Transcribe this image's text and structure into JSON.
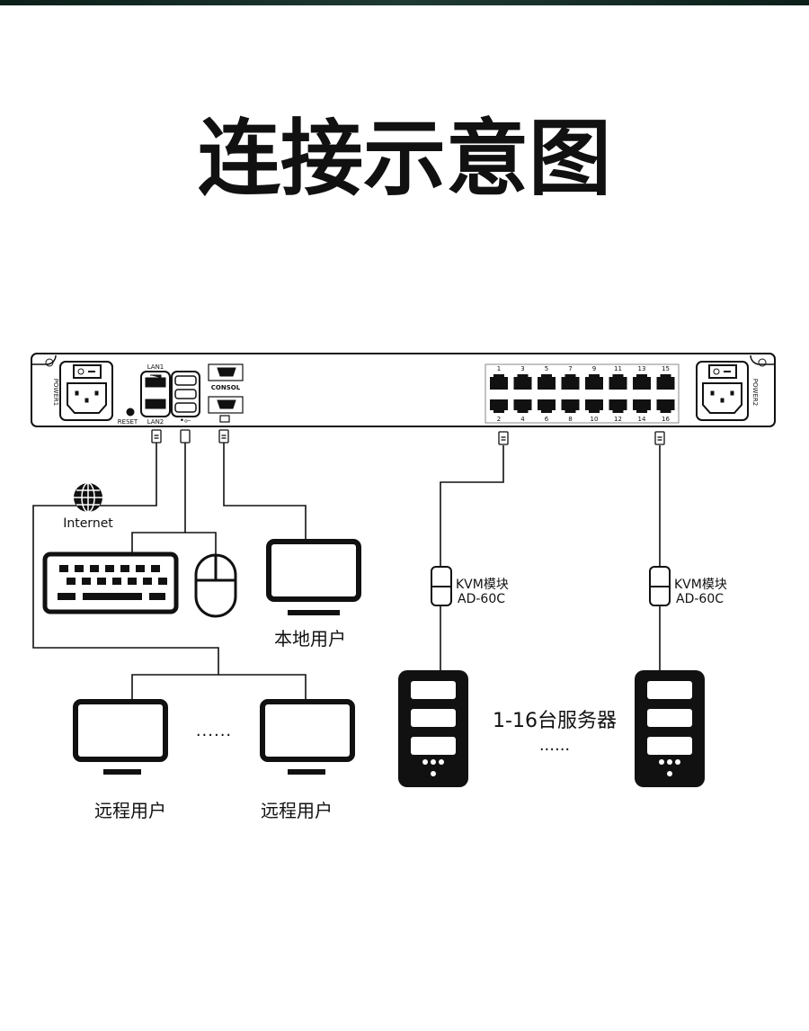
{
  "title": "连接示意图",
  "device": {
    "power1": "POWER1",
    "power2": "POWER2",
    "reset": "RESET",
    "lan1": "LAN1",
    "lan2": "LAN2",
    "console": "CONSOL",
    "ports_top": [
      "1",
      "3",
      "5",
      "7",
      "9",
      "11",
      "13",
      "15"
    ],
    "ports_bottom": [
      "2",
      "4",
      "6",
      "8",
      "10",
      "12",
      "14",
      "16"
    ]
  },
  "internet_label": "Internet",
  "local_user": "本地用户",
  "remote_users": [
    "远程用户",
    "远程用户"
  ],
  "remote_dots": "......",
  "kvm_modules": [
    {
      "name": "KVM模块",
      "model": "AD-60C"
    },
    {
      "name": "KVM模块",
      "model": "AD-60C"
    }
  ],
  "servers_label": "1-16台服务器",
  "servers_dots": "......",
  "colors": {
    "line": "#111111",
    "topbar": "#1f3a33"
  }
}
